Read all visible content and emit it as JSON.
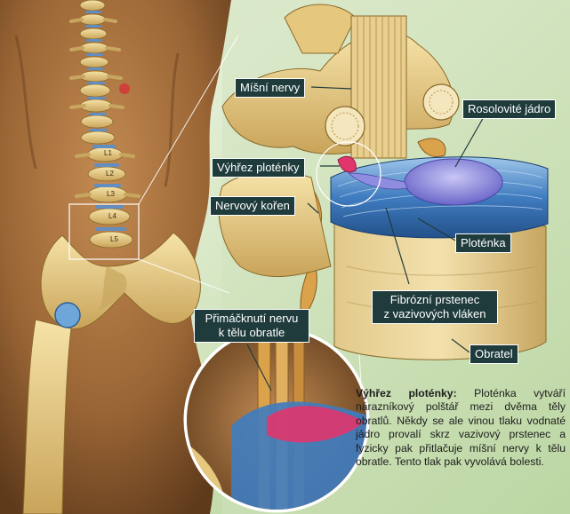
{
  "colors": {
    "background_green": "#b9d7a0",
    "label_fill": "#1f3b3c",
    "label_text": "#ffffff",
    "skin": "#a0703e",
    "bone": "#e6c77e",
    "disc_blue": "#3f7cc0",
    "nucleus": "#8f8de0",
    "nerve": "#d9a24b",
    "herniation": "#e0356d"
  },
  "vertebra_labels": [
    "L1",
    "L2",
    "L3",
    "L4",
    "L5"
  ],
  "callouts": {
    "spinal_nerves": "Míšní nervy",
    "disc_herniation": "Výhřez ploténky",
    "nerve_root": "Nervový kořen",
    "nucleus_pulposus": "Rosolovité jádro",
    "disc": "Ploténka",
    "annulus_line1": "Fibrózní prstenec",
    "annulus_line2": "z vazivových vláken",
    "vertebra": "Obratel",
    "compression_line1": "Přimáčknutí nervu",
    "compression_line2": "k tělu obratle"
  },
  "caption": {
    "lead": "Výhřez ploténky:",
    "body": " Ploténka vytváří nárazníkový polštář mezi dvěma těly obratlů. Někdy se ale vinou tlaku vodnaté jádro provalí skrz vazivový prstenec a fyzicky pak přitlačuje míšní nervy k tělu obratle. Tento tlak pak vyvolává bolesti."
  }
}
